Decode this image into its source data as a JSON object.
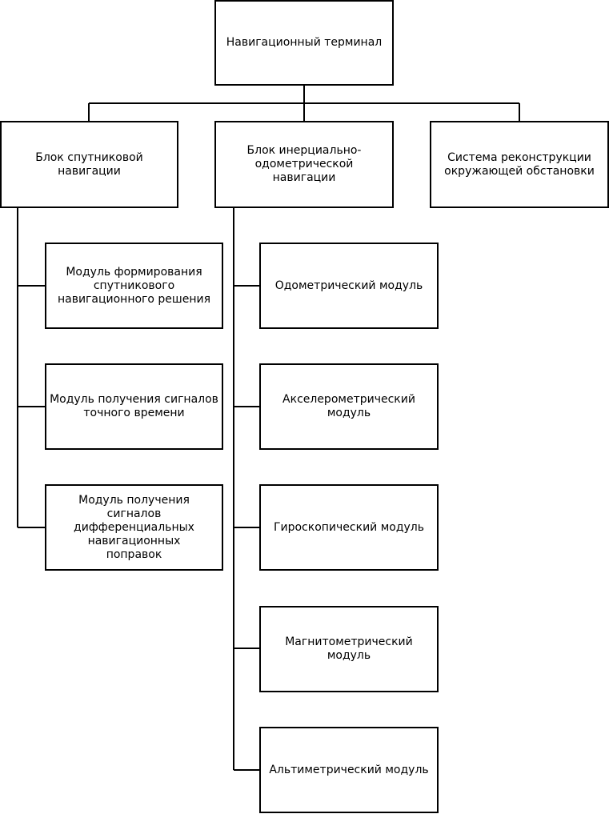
{
  "diagram": {
    "root": {
      "label": "Навигационный терминал"
    },
    "blocks": [
      {
        "label": "Блок спутниковой навигации",
        "modules": [
          "Модуль формирования спутникового навигационного решения",
          "Модуль получения сигналов точного времени",
          "Модуль получения сигналов дифференциальных навигационных поправок"
        ]
      },
      {
        "label": "Блок инерциально-одометрической навигации",
        "modules": [
          "Одометрический модуль",
          "Акселерометрический модуль",
          "Гироскопический модуль",
          "Магнитометрический модуль",
          "Альтиметрический модуль"
        ]
      },
      {
        "label": "Система реконструкции окружающей обстановки",
        "modules": []
      }
    ]
  }
}
